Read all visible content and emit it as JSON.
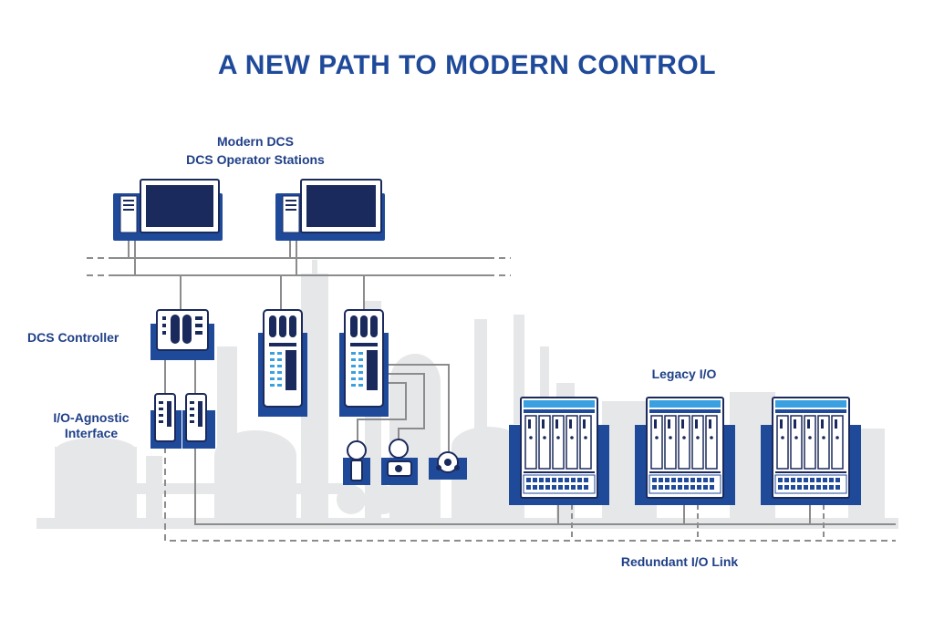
{
  "title": "A NEW PATH TO MODERN CONTROL",
  "labels": {
    "modern_dcs": "Modern DCS",
    "operator_stations": "DCS Operator Stations",
    "dcs_controller": "DCS Controller",
    "io_agnostic_1": "I/O-Agnostic",
    "io_agnostic_2": "Interface",
    "legacy_io": "Legacy I/O",
    "redundant_link": "Redundant I/O Link"
  },
  "colors": {
    "primary_blue": "#1f4a9a",
    "dark_navy": "#1b2a5c",
    "light_blue": "#3aa0e0",
    "line_gray": "#8c8c8c",
    "background_gray": "#e6e7e9"
  }
}
